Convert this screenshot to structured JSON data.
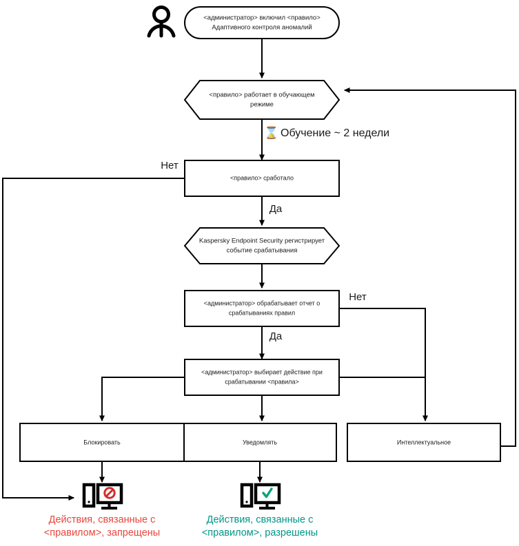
{
  "diagram": {
    "title": "Adaptive Anomaly Control rule workflow",
    "colors": {
      "stroke": "#000000",
      "background": "#ffffff",
      "denied": "#e8453c",
      "allowed": "#009688"
    },
    "actor_icon": "person-icon",
    "nodes": {
      "start": {
        "name": "rule-enabled-node",
        "shape": "stadium",
        "lines": [
          "<администратор> включил <правило>",
          "Адаптивного контроля аномалий"
        ]
      },
      "learning": {
        "name": "learning-mode-node",
        "shape": "hexagon",
        "lines": [
          "<правило> работает в обучающем",
          "режиме"
        ]
      },
      "triggered": {
        "name": "rule-triggered-node",
        "shape": "rectangle",
        "lines": [
          "<правило> сработало"
        ]
      },
      "register": {
        "name": "kes-registers-event-node",
        "shape": "hexagon",
        "lines": [
          "Kaspersky Endpoint Security регистрирует",
          "событие срабатывания"
        ]
      },
      "report": {
        "name": "admin-processes-report-node",
        "shape": "rectangle",
        "lines": [
          "<администратор> обрабатывает отчет о",
          "срабатываниях правил"
        ]
      },
      "choose": {
        "name": "admin-selects-action-node",
        "shape": "rectangle",
        "lines": [
          "<администратор> выбирает действие при",
          "срабатывании <правила>"
        ]
      },
      "block": {
        "name": "action-block-node",
        "shape": "rectangle",
        "lines": [
          "Блокировать"
        ]
      },
      "notify": {
        "name": "action-notify-node",
        "shape": "rectangle",
        "lines": [
          "Уведомлять"
        ]
      },
      "smart": {
        "name": "action-smart-node",
        "shape": "rectangle",
        "lines": [
          "Интеллектуальное"
        ]
      }
    },
    "edge_labels": {
      "learning_timer": "Обучение ~ 2 недели",
      "learning_timer_icon": "⌛",
      "triggered_no": "Нет",
      "triggered_yes": "Да",
      "report_no": "Нет",
      "report_yes": "Да"
    },
    "outcomes": {
      "denied": {
        "name": "outcome-denied",
        "icon": "computer-blocked-icon",
        "lines": [
          "Действия, связанные с",
          "<правилом>, запрещены"
        ],
        "color": "#e8453c"
      },
      "allowed": {
        "name": "outcome-allowed",
        "icon": "computer-allowed-icon",
        "lines": [
          "Действия, связанные с",
          "<правилом>, разрешены"
        ],
        "color": "#009688"
      }
    }
  }
}
